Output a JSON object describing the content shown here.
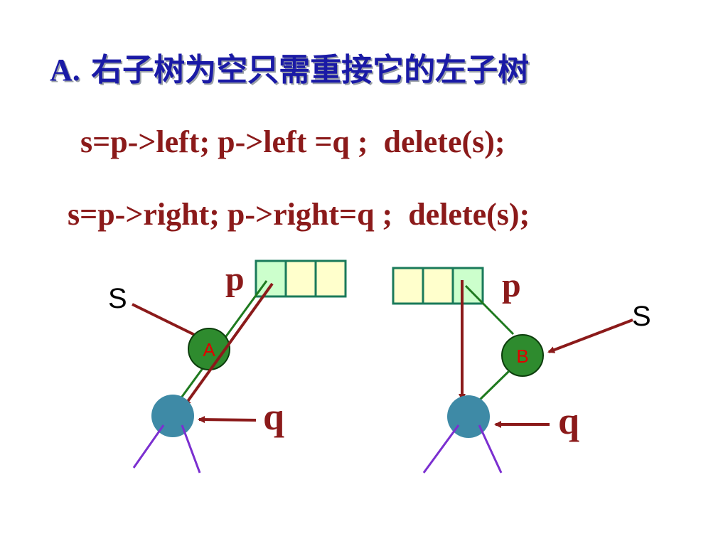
{
  "slide": {
    "heading_prefix": "A.",
    "heading_text": "右子树为空只需重接它的左子树",
    "code_lines": [
      "s=p->left; p->left =q ;  delete(s);",
      "s=p->right; p->right=q ;  delete(s);"
    ]
  },
  "diagrams": {
    "left": {
      "p_label": "p",
      "s_label": "S",
      "node_label": "A",
      "q_label": "q"
    },
    "right": {
      "p_label": "p",
      "s_label": "S",
      "node_label": "B",
      "q_label": "q"
    }
  },
  "colors": {
    "heading": "#1a1aa6",
    "code": "#8b1a1a",
    "arrow": "#8b1a1a",
    "link": "#1f7a1f",
    "node_fill": "#2e8b2e",
    "node_letter": "#e00000",
    "q_node": "#3e8aa6",
    "subtree_edge": "#7b2fd0",
    "cell_fill": "#ffffcc",
    "cell_highlight": "#ccffcc",
    "cell_border": "#1a7a5a"
  }
}
